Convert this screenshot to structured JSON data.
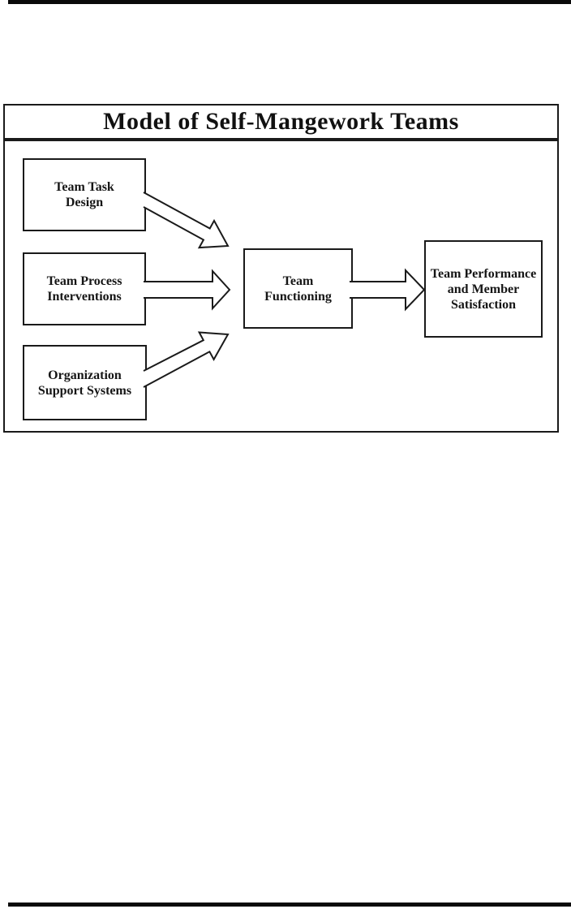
{
  "diagram": {
    "title": "Model of Self-Mangework Teams",
    "boxes": {
      "team_task_design": {
        "label": "Team Task\nDesign"
      },
      "team_process_interventions": {
        "label": "Team Process\nInterventions"
      },
      "organization_support_systems": {
        "label": "Organization\nSupport Systems"
      },
      "team_functioning": {
        "label": "Team\nFunctioning"
      },
      "team_performance": {
        "label": "Team Performance\nand Member\nSatisfaction"
      }
    },
    "arrows": [
      {
        "from": "Team Task Design",
        "to": "Team Functioning"
      },
      {
        "from": "Team Process Interventions",
        "to": "Team Functioning"
      },
      {
        "from": "Organization Support Systems",
        "to": "Team Functioning"
      },
      {
        "from": "Team Functioning",
        "to": "Team Performance and Member Satisfaction"
      }
    ],
    "colors": {
      "ink": "#1a1a1a",
      "background": "#ffffff"
    }
  }
}
